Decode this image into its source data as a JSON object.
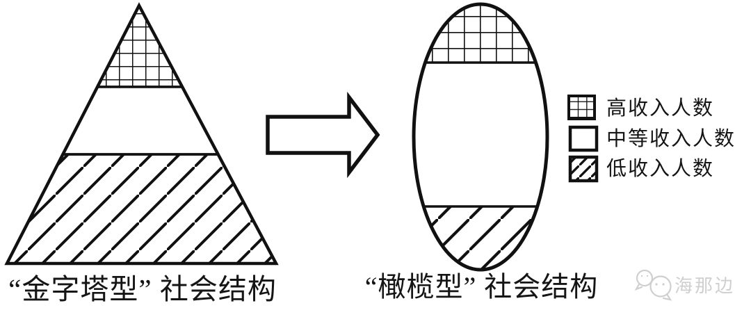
{
  "pyramid": {
    "caption": "“金字塔型” 社会结构",
    "shape": "triangle",
    "sections": [
      {
        "position": "top",
        "pattern": "crosshatch"
      },
      {
        "position": "middle",
        "pattern": "blank"
      },
      {
        "position": "bottom",
        "pattern": "diagonal-hatch"
      }
    ]
  },
  "olive": {
    "caption": "“橄榄型” 社会结构",
    "shape": "ellipse",
    "sections": [
      {
        "position": "top",
        "pattern": "crosshatch"
      },
      {
        "position": "middle",
        "pattern": "blank"
      },
      {
        "position": "bottom",
        "pattern": "diagonal-hatch"
      }
    ]
  },
  "arrow": {
    "direction": "right"
  },
  "legend": {
    "items": [
      {
        "swatch": "crosshatch",
        "label": "高收入人数"
      },
      {
        "swatch": "blank",
        "label": "中等收入人数"
      },
      {
        "swatch": "diagonal-hatch",
        "label": "低收入人数"
      }
    ]
  },
  "watermark": {
    "icon": "chat-bubbles-logo",
    "text": "海那边"
  },
  "colors": {
    "ink": "#111111",
    "background": "#ffffff",
    "watermark": "#cfcfcf"
  }
}
